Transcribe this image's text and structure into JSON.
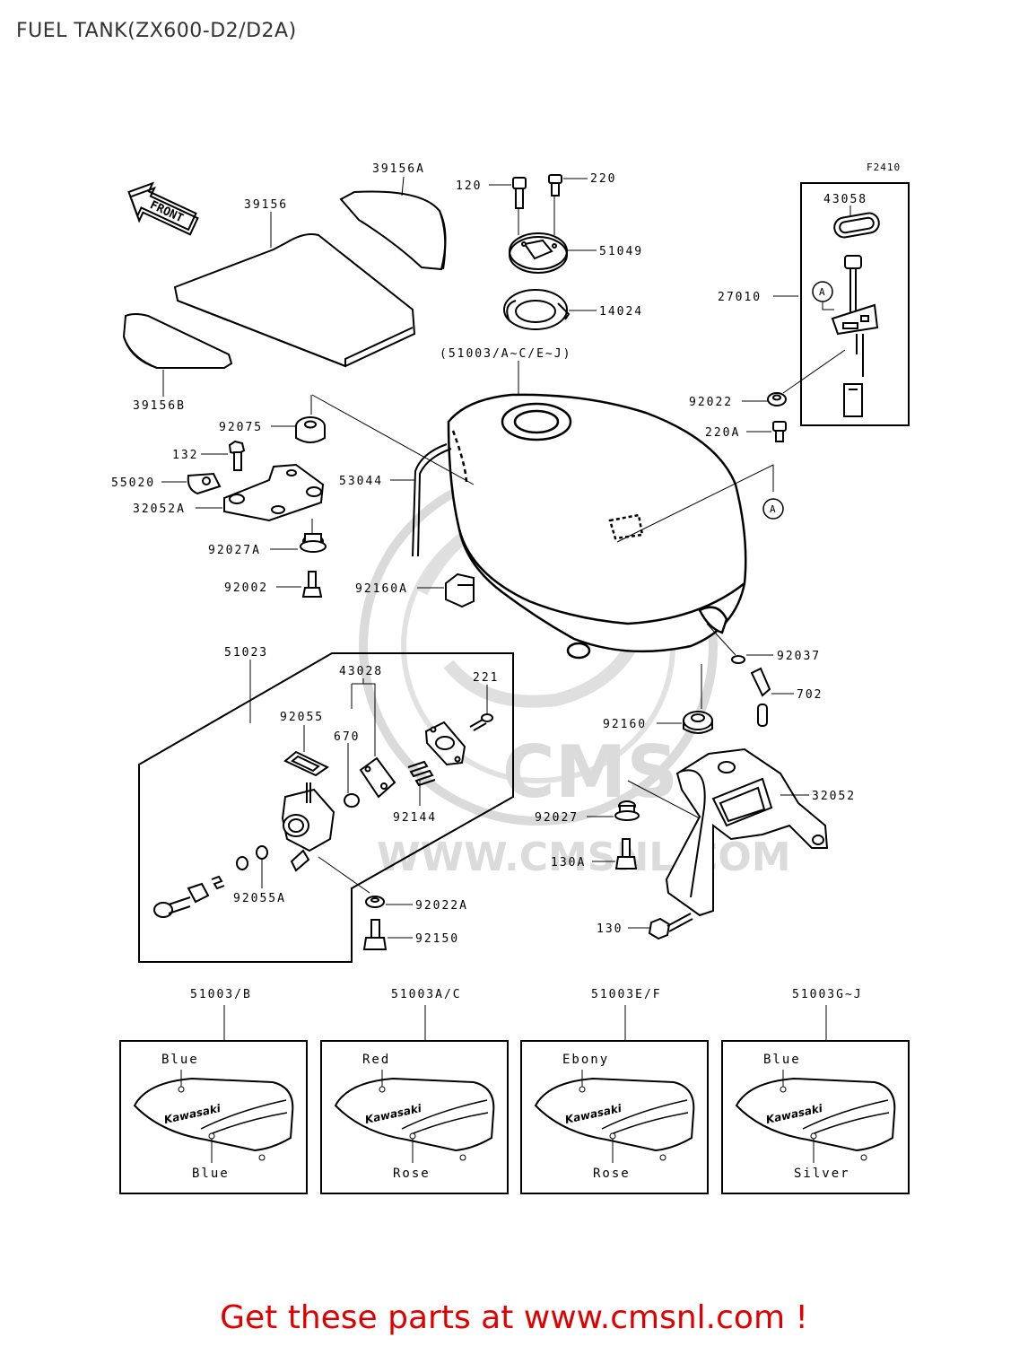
{
  "page_title": "FUEL TANK(ZX600-D2/D2A)",
  "figure_code": "F2410",
  "front_label": "FRONT",
  "watermark": {
    "brand": "CMS",
    "url": "WWW.CMSNL.COM"
  },
  "callouts": {
    "p39156A": "39156A",
    "p39156": "39156",
    "p39156B": "39156B",
    "p120": "120",
    "p220": "220",
    "p51049": "51049",
    "p14024": "14024",
    "p51003_range": "(51003/A~C/E~J)",
    "p43058": "43058",
    "p27010": "27010",
    "refA_top": "A",
    "p92022": "92022",
    "p220A": "220A",
    "p92075": "92075",
    "p132": "132",
    "p55020": "55020",
    "p32052A": "32052A",
    "p53044": "53044",
    "refA_mid": "A",
    "p92027A": "92027A",
    "p92002": "92002",
    "p92160A": "92160A",
    "p51023": "51023",
    "p43028": "43028",
    "p221": "221",
    "p92055": "92055",
    "p670": "670",
    "p92144": "92144",
    "p92055A": "92055A",
    "p92022A": "92022A",
    "p92150": "92150",
    "p92037": "92037",
    "p702": "702",
    "p92160": "92160",
    "p32052": "32052",
    "p92027": "92027",
    "p130A": "130A",
    "p130": "130"
  },
  "color_variants": [
    {
      "part": "51003/B",
      "top_color": "Blue",
      "bottom_color": "Blue"
    },
    {
      "part": "51003A/C",
      "top_color": "Red",
      "bottom_color": "Rose"
    },
    {
      "part": "51003E/F",
      "top_color": "Ebony",
      "bottom_color": "Rose"
    },
    {
      "part": "51003G~J",
      "top_color": "Blue",
      "bottom_color": "Silver"
    }
  ],
  "decal_brand": "Kawasaki",
  "footer": {
    "link_text": "Get these parts at www.cmsnl.com !",
    "color": "#e00000"
  }
}
